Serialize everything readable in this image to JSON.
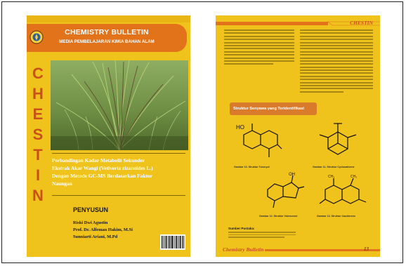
{
  "cover": {
    "title": "CHEMISTRY BULLETIN",
    "subtitle": "MEDIA PEMBELAJARAN KIMIA BAHAN ALAM",
    "vertical_letters": [
      "C",
      "H",
      "E",
      "S",
      "T",
      "I",
      "N"
    ],
    "article_title_lines": [
      "Perbandingan Kadar Metabolit Sekunder",
      "Ekstrak Akar Wangi (Vetiveria zizanoides L.)",
      "Dengan Metode GC-MS Berdasarkan Faktor",
      "Naungan"
    ],
    "penyusun_label": "PENYUSUN",
    "authors": [
      "Riski Dwi Agustin",
      "Prof. Dr. Alfeman Hakim, M.Si",
      "Sunniarti Ariani, M.Pd"
    ]
  },
  "content_page": {
    "header_label": "CHESTIN",
    "section_title": "Struktur Senyawa yang Teridentifikasi",
    "structure_captions": [
      "Gambar 10. Struktur Turonyol",
      "Gambar 11. Struktur Cyclosativene",
      "Gambar 12. Struktur Valencenol",
      "Gambar 13. Struktur Caudierene"
    ],
    "references_heading": "Sumber Pustaka:",
    "footer_name": "Chemistry Bulletin",
    "page_number": "13"
  },
  "colors": {
    "cover_background": "#f0c21c",
    "band_orange": "#e2731a",
    "accent_orange": "#c8511a"
  }
}
